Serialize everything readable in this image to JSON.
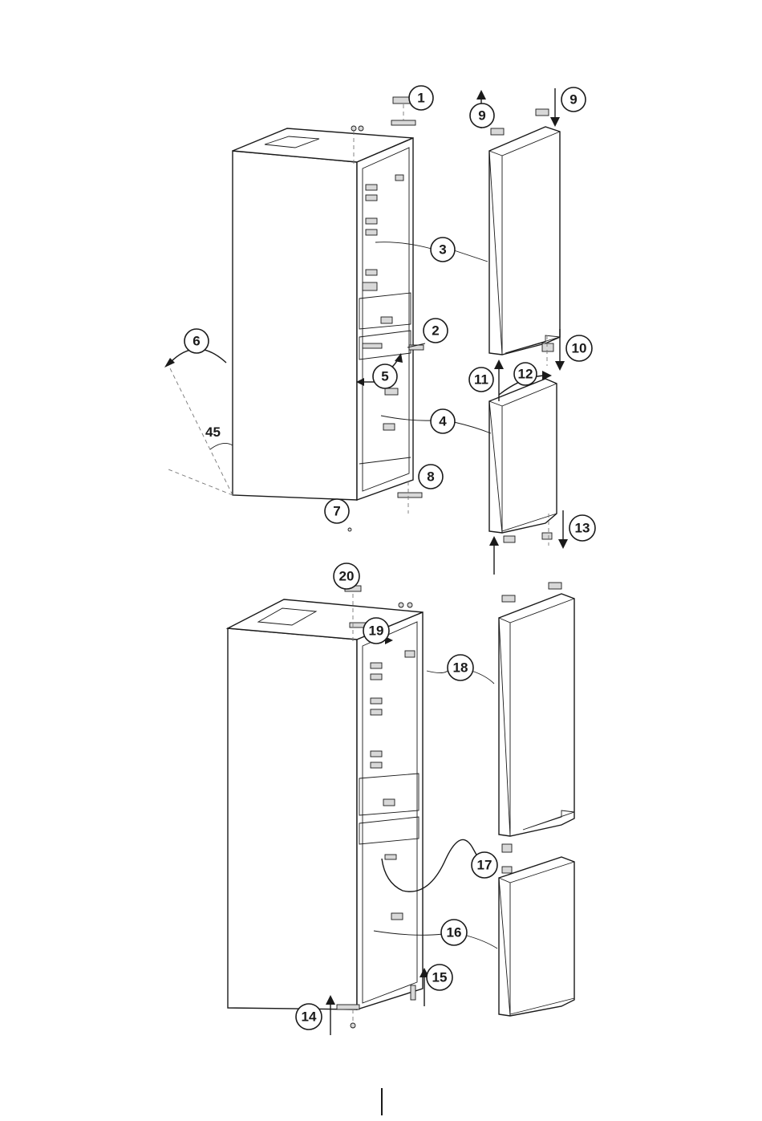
{
  "diagram": {
    "callouts": [
      {
        "id": "c1",
        "label": "1"
      },
      {
        "id": "c2",
        "label": "2"
      },
      {
        "id": "c3",
        "label": "3"
      },
      {
        "id": "c4",
        "label": "4"
      },
      {
        "id": "c5",
        "label": "5"
      },
      {
        "id": "c6",
        "label": "6"
      },
      {
        "id": "c7",
        "label": "7"
      },
      {
        "id": "c8",
        "label": "8"
      },
      {
        "id": "c9a",
        "label": "9"
      },
      {
        "id": "c9b",
        "label": "9"
      },
      {
        "id": "c10",
        "label": "10"
      },
      {
        "id": "c11",
        "label": "11"
      },
      {
        "id": "c12",
        "label": "12"
      },
      {
        "id": "c13",
        "label": "13"
      },
      {
        "id": "c14",
        "label": "14"
      },
      {
        "id": "c15",
        "label": "15"
      },
      {
        "id": "c16",
        "label": "16"
      },
      {
        "id": "c17",
        "label": "17"
      },
      {
        "id": "c18",
        "label": "18"
      },
      {
        "id": "c19",
        "label": "19"
      },
      {
        "id": "c20",
        "label": "20"
      }
    ],
    "angle_label": "45"
  }
}
